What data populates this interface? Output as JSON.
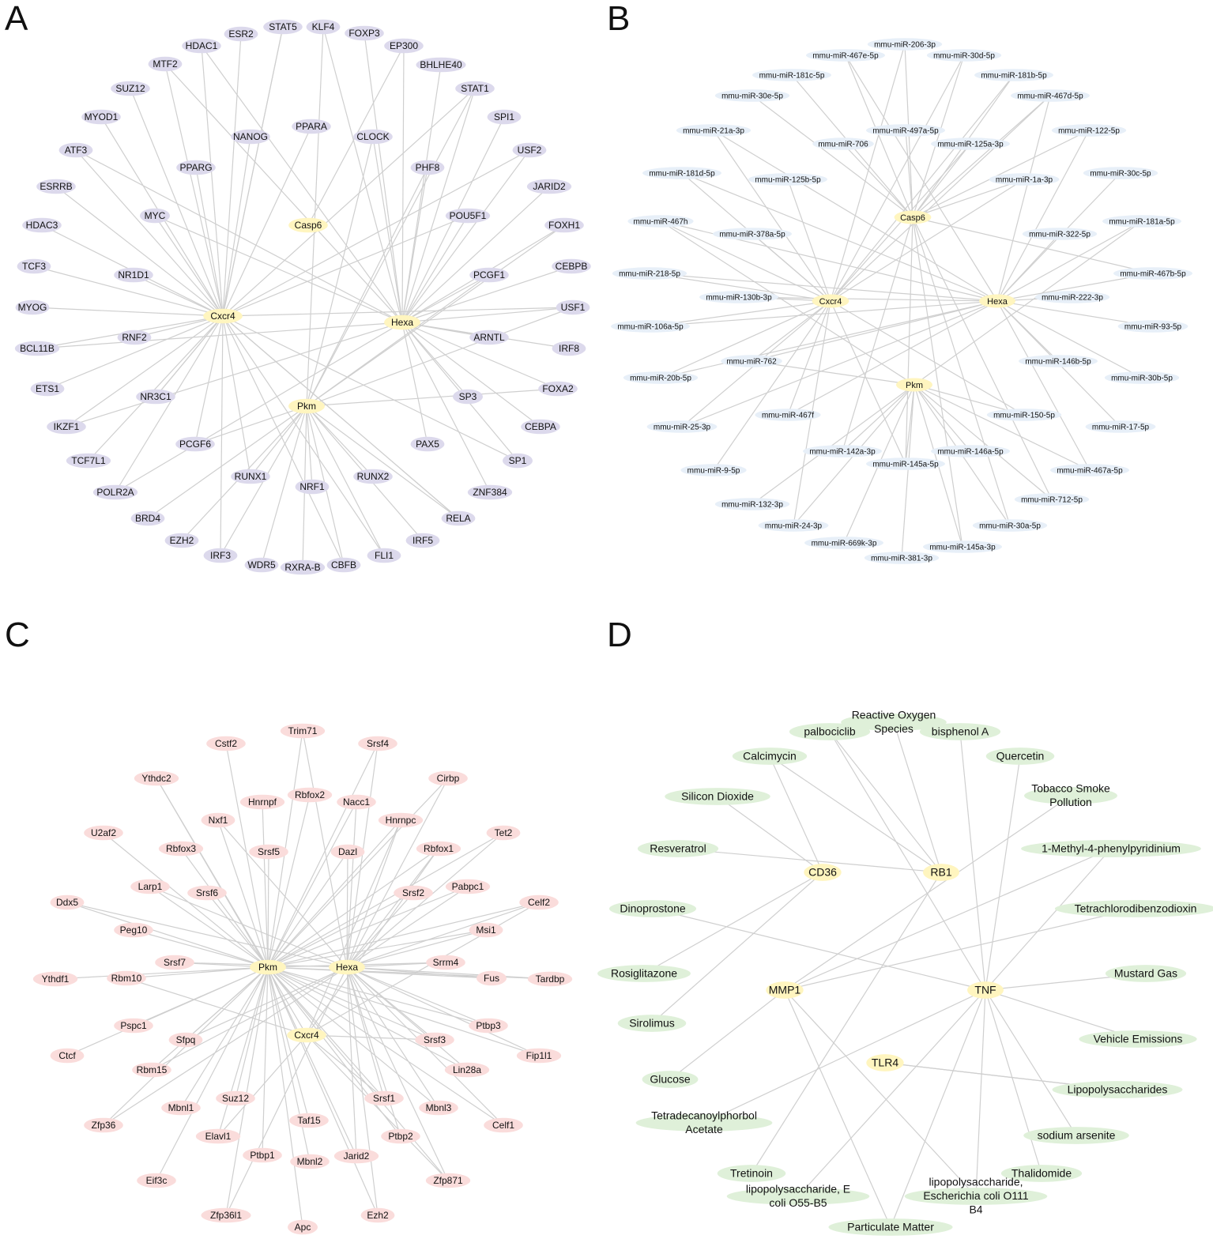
{
  "colors": {
    "hub": "#fff5bf",
    "tf": "#dcd9ec",
    "mirna": "#e7eff8",
    "rbp": "#fadcdb",
    "chem": "#dff0d9",
    "edge": "#cfcfcf"
  },
  "panels": [
    {
      "letter": "A",
      "type": "tf",
      "hubs": [
        {
          "label": "Cxcr4"
        },
        {
          "label": "Hexa"
        },
        {
          "label": "Pkm"
        },
        {
          "label": "Casp6"
        }
      ],
      "nodes": [
        "HDAC1",
        "ESR2",
        "STAT5",
        "KLF4",
        "FOXP3",
        "EP300",
        "MTF2",
        "BHLHE40",
        "SUZ12",
        "STAT1",
        "MYOD1",
        "SPI1",
        "ATF3",
        "PPARA",
        "NANOG",
        "CLOCK",
        "USF2",
        "PPARG",
        "PHF8",
        "ESRRB",
        "JARID2",
        "MYC",
        "HDAC3",
        "POU5F1",
        "FOXH1",
        "TCF3",
        "NR1D1",
        "PCGF1",
        "CEBPB",
        "MYOG",
        "USF1",
        "RNF2",
        "ARNTL",
        "BCL11B",
        "IRF8",
        "ETS1",
        "FOXA2",
        "NR3C1",
        "SP3",
        "IKZF1",
        "CEBPA",
        "TCF7L1",
        "PCGF6",
        "PAX5",
        "SP1",
        "RUNX1",
        "RUNX2",
        "ZNF384",
        "POLR2A",
        "NRF1",
        "BRD4",
        "RELA",
        "EZH2",
        "IRF5",
        "IRF3",
        "WDR5",
        "RXRA-B",
        "CBFB",
        "FLI1"
      ]
    },
    {
      "letter": "B",
      "type": "mirna",
      "hubs": [
        {
          "label": "Casp6"
        },
        {
          "label": "Cxcr4"
        },
        {
          "label": "Hexa"
        },
        {
          "label": "Pkm"
        }
      ],
      "nodes": [
        "mmu-miR-206-3p",
        "mmu-miR-467e-5p",
        "mmu-miR-30d-5p",
        "mmu-miR-181c-5p",
        "mmu-miR-181b-5p",
        "mmu-miR-30e-5p",
        "mmu-miR-467d-5p",
        "mmu-miR-497a-5p",
        "mmu-miR-21a-3p",
        "mmu-miR-706",
        "mmu-miR-125a-3p",
        "mmu-miR-122-5p",
        "mmu-miR-181d-5p",
        "mmu-miR-125b-5p",
        "mmu-miR-1a-3p",
        "mmu-miR-30c-5p",
        "mmu-miR-467h",
        "mmu-miR-378a-5p",
        "mmu-miR-181a-5p",
        "mmu-miR-322-5p",
        "mmu-miR-218-5p",
        "mmu-miR-467b-5p",
        "mmu-miR-130b-3p",
        "mmu-miR-222-3p",
        "mmu-miR-106a-5p",
        "mmu-miR-93-5p",
        "mmu-miR-762",
        "mmu-miR-146b-5p",
        "mmu-miR-20b-5p",
        "mmu-miR-30b-5p",
        "mmu-miR-467f",
        "mmu-miR-150-5p",
        "mmu-miR-25-3p",
        "mmu-miR-17-5p",
        "mmu-miR-142a-3p",
        "mmu-miR-146a-5p",
        "mmu-miR-145a-5p",
        "mmu-miR-9-5p",
        "mmu-miR-467a-5p",
        "mmu-miR-132-3p",
        "mmu-miR-712-5p",
        "mmu-miR-24-3p",
        "mmu-miR-30a-5p",
        "mmu-miR-669k-3p",
        "mmu-miR-145a-3p",
        "mmu-miR-381-3p"
      ]
    },
    {
      "letter": "C",
      "type": "rbp",
      "hubs": [
        {
          "label": "Pkm"
        },
        {
          "label": "Hexa"
        },
        {
          "label": "Cxcr4"
        }
      ],
      "nodes": [
        "Trim71",
        "Cstf2",
        "Srsf4",
        "Ythdc2",
        "Cirbp",
        "Hnrnpf",
        "Rbfox2",
        "Nacc1",
        "Nxf1",
        "Hnrnpc",
        "U2af2",
        "Dazl",
        "Tet2",
        "Rbfox3",
        "Srsf5",
        "Rbfox1",
        "Larp1",
        "Srsf6",
        "Pabpc1",
        "Srsf2",
        "Ddx5",
        "Celf2",
        "Peg10",
        "Msi1",
        "Srsf7",
        "Srrm4",
        "Ythdf1",
        "Rbm10",
        "Fus",
        "Tardbp",
        "Pspc1",
        "Ptbp3",
        "Sfpq",
        "Srsf3",
        "Ctcf",
        "Fip1l1",
        "Rbm15",
        "Lin28a",
        "Suz12",
        "Srsf1",
        "Zfp36",
        "Mbnl1",
        "Mbnl3",
        "Taf15",
        "Celf1",
        "Elavl1",
        "Ptbp2",
        "Ptbp1",
        "Jarid2",
        "Mbnl2",
        "Eif3c",
        "Zfp871",
        "Zfp36l1",
        "Ezh2",
        "Apc"
      ]
    },
    {
      "letter": "D",
      "type": "chem",
      "hubs": [
        {
          "label": "CD36"
        },
        {
          "label": "RB1"
        },
        {
          "label": "MMP1"
        },
        {
          "label": "TNF"
        },
        {
          "label": "TLR4"
        }
      ],
      "nodes": [
        "palbociclib",
        "Reactive Oxygen Species",
        "bisphenol A",
        "Calcimycin",
        "Quercetin",
        "Silicon Dioxide",
        "Tobacco Smoke Pollution",
        "Resveratrol",
        "1-Methyl-4-phenylpyridinium",
        "Dinoprostone",
        "Tetrachlorodibenzodioxin",
        "Rosiglitazone",
        "Mustard Gas",
        "Sirolimus",
        "Vehicle Emissions",
        "Glucose",
        "Lipopolysaccharides",
        "Tetradecanoylphorbol Acetate",
        "sodium arsenite",
        "Tretinoin",
        "Thalidomide",
        "lipopolysaccharide, E coli O55-B5",
        "lipopolysaccharide, Escherichia coli O111 B4",
        "Particulate Matter"
      ]
    }
  ]
}
